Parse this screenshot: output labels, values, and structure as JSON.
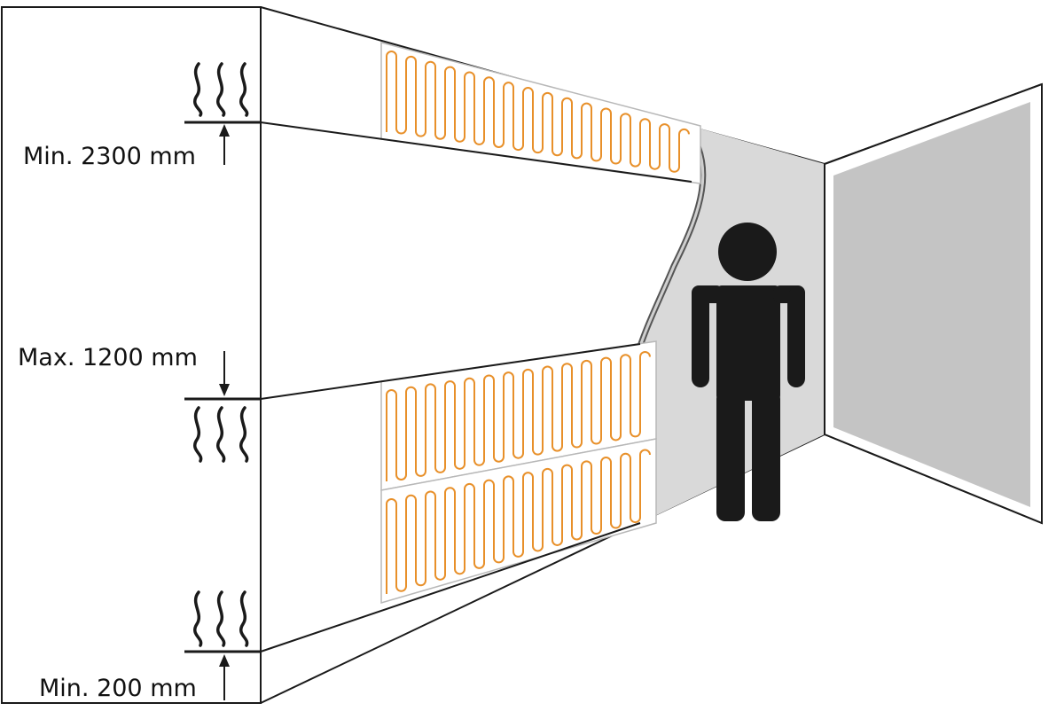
{
  "labels": {
    "ceiling_clearance": "Min. 2300 mm",
    "panel_top_max": "Max. 1200 mm",
    "floor_clearance": "Min. 200 mm"
  },
  "colors": {
    "heating_cable": "#e8902a",
    "wall_cutaway": "#d9d9d9",
    "window_glass": "#c4c4c4",
    "person": "#1a1a1a",
    "line": "#1a1a1a"
  },
  "icons": [
    "heat-waves-icon",
    "arrow-up-icon",
    "arrow-down-icon",
    "person-icon"
  ]
}
